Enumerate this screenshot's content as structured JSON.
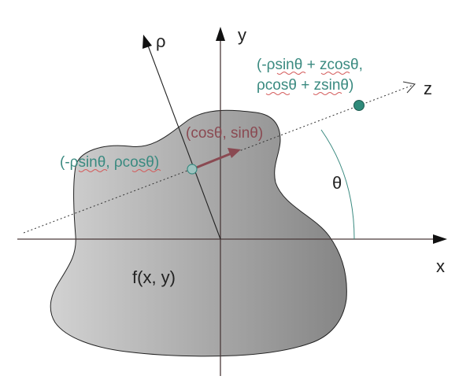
{
  "labels": {
    "x_axis": "x",
    "y_axis": "y",
    "rho_axis": "ρ",
    "z_axis": "z",
    "theta": "θ",
    "region": "f(x, y)",
    "upper_point_line1": "(-ρsinθ + zcosθ,",
    "upper_point_line2": "ρcosθ + zsinθ)",
    "unit_vector": "(cosθ, sinθ)",
    "base_point": "(-ρsinθ, ρcosθ)"
  },
  "colors": {
    "teal": "#3a8a80",
    "maroon": "#8a4a52",
    "axis": "#4a3a3a",
    "region_light": "#cfcfcf",
    "region_dark": "#888888"
  }
}
